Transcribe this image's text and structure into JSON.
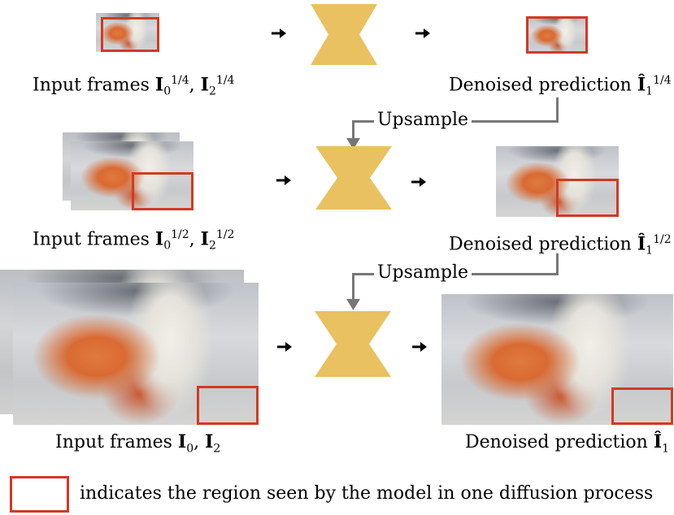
{
  "rows": [
    {
      "input_label": "Input frames",
      "input_math": {
        "sym1": "I",
        "sub1": "0",
        "sup1": "1/4",
        "sym2": "I",
        "sub2": "2",
        "sup2": "1/4"
      },
      "output_label": "Denoised prediction",
      "output_math": {
        "sym": "Î",
        "sub": "1",
        "sup": "1/4"
      }
    },
    {
      "input_label": "Input frames",
      "input_math": {
        "sym1": "I",
        "sub1": "0",
        "sup1": "1/2",
        "sym2": "I",
        "sub2": "2",
        "sup2": "1/2"
      },
      "output_label": "Denoised prediction",
      "output_math": {
        "sym": "Î",
        "sub": "1",
        "sup": "1/2"
      }
    },
    {
      "input_label": "Input frames",
      "input_math": {
        "sym1": "I",
        "sub1": "0",
        "sup1": "",
        "sym2": "I",
        "sub2": "2",
        "sup2": ""
      },
      "output_label": "Denoised prediction",
      "output_math": {
        "sym": "Î",
        "sub": "1",
        "sup": ""
      }
    }
  ],
  "upsample_label_1": "Upsample",
  "upsample_label_2": "Upsample",
  "legend_text": "indicates the region seen by the model in one diffusion process",
  "colors": {
    "region_box": "#d23a22",
    "network": "#e9c160",
    "connector": "#777777"
  },
  "icons": {
    "network": "bowtie-network-icon",
    "arrow": "right-arrow-icon"
  }
}
